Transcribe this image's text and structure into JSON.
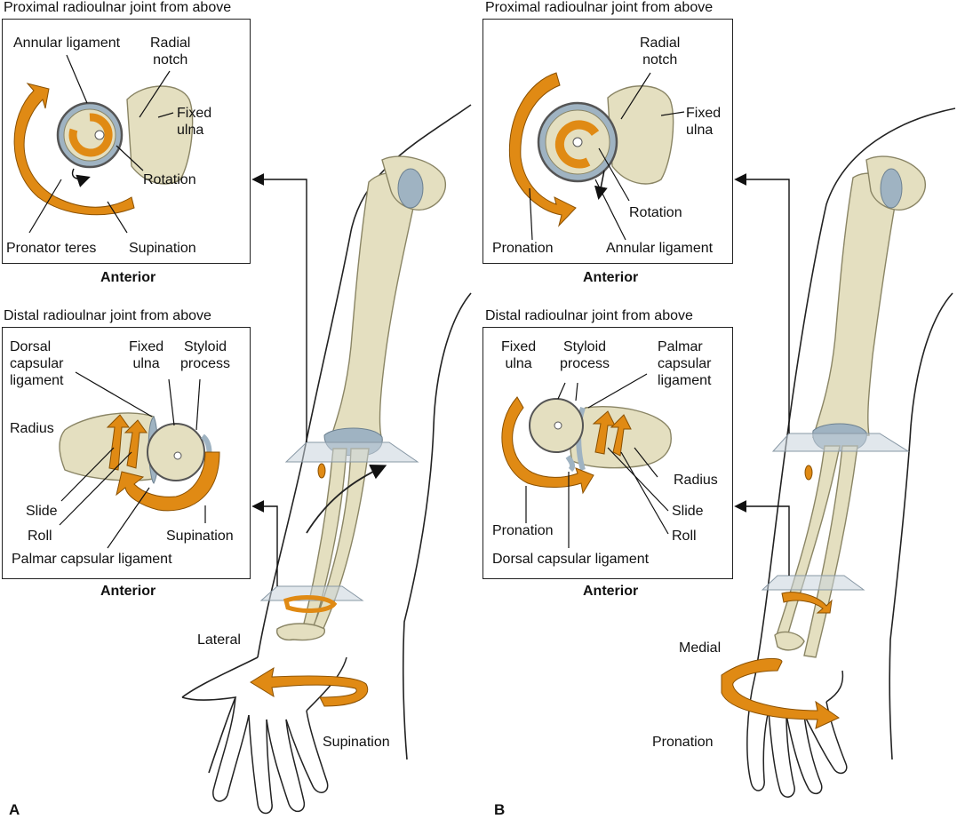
{
  "panel_a": {
    "letter": "A",
    "proximal": {
      "heading": "Proximal radioulnar joint from above",
      "anterior": "Anterior",
      "labels": {
        "annular_ligament": "Annular ligament",
        "radial_notch": "Radial\nnotch",
        "fixed_ulna": "Fixed\nulna",
        "rotation": "Rotation",
        "pronator_teres": "Pronator teres",
        "supination": "Supination"
      }
    },
    "distal": {
      "heading": "Distal radioulnar joint from above",
      "anterior": "Anterior",
      "labels": {
        "dorsal_capsular_ligament": "Dorsal\ncapsular\nligament",
        "fixed_ulna": "Fixed\nulna",
        "styloid_process": "Styloid\nprocess",
        "radius": "Radius",
        "slide": "Slide",
        "roll": "Roll",
        "supination": "Supination",
        "palmar_capsular_ligament": "Palmar capsular ligament"
      }
    },
    "arm": {
      "lateral": "Lateral",
      "supination": "Supination"
    }
  },
  "panel_b": {
    "letter": "B",
    "proximal": {
      "heading": "Proximal radioulnar joint from above",
      "anterior": "Anterior",
      "labels": {
        "radial_notch": "Radial\nnotch",
        "fixed_ulna": "Fixed\nulna",
        "rotation": "Rotation",
        "pronation": "Pronation",
        "annular_ligament": "Annular ligament"
      }
    },
    "distal": {
      "heading": "Distal radioulnar joint from above",
      "anterior": "Anterior",
      "labels": {
        "fixed_ulna": "Fixed\nulna",
        "styloid_process": "Styloid\nprocess",
        "palmar_capsular_ligament": "Palmar\ncapsular\nligament",
        "radius": "Radius",
        "slide": "Slide",
        "roll": "Roll",
        "pronation": "Pronation",
        "dorsal_capsular_ligament": "Dorsal capsular ligament"
      }
    },
    "arm": {
      "medial": "Medial",
      "pronation": "Pronation"
    }
  },
  "colors": {
    "bone": "#e4dfc0",
    "bone_stroke": "#8a8565",
    "cartilage": "#9fb3c2",
    "arrow_orange": "#e08a14",
    "plane": "#c9d4dc"
  }
}
